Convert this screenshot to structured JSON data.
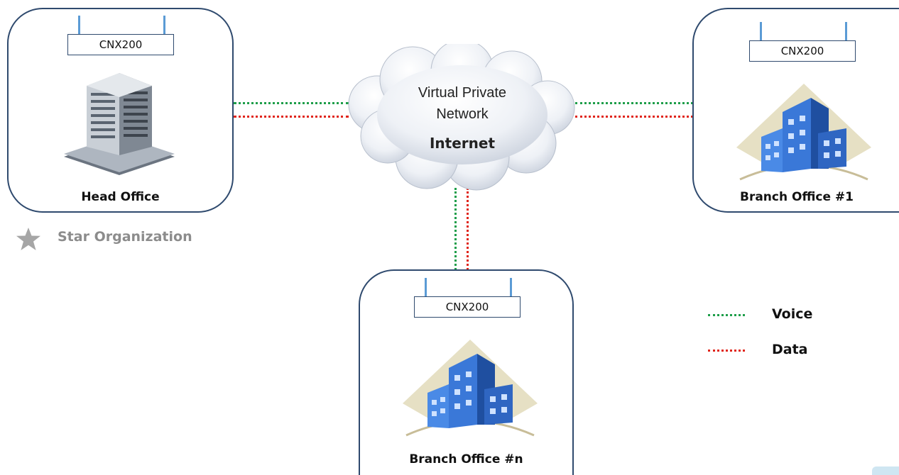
{
  "network": {
    "cloud_line1": "Virtual Private",
    "cloud_line2": "Network",
    "cloud_line3": "Internet"
  },
  "offices": {
    "head": {
      "label": "Head Office",
      "device": "CNX200"
    },
    "branch1": {
      "label": "Branch Office #1",
      "device": "CNX200"
    },
    "branchn": {
      "label": "Branch Office #n",
      "device": "CNX200"
    }
  },
  "topology_caption": "Star Organization",
  "legend": {
    "voice": {
      "label": "Voice",
      "color": "#1e9e4a"
    },
    "data": {
      "label": "Data",
      "color": "#e0251b"
    }
  },
  "icons": {
    "head_office": "office-tower-icon",
    "branch_office": "city-buildings-icon",
    "cloud": "cloud-icon",
    "star": "star-icon"
  }
}
